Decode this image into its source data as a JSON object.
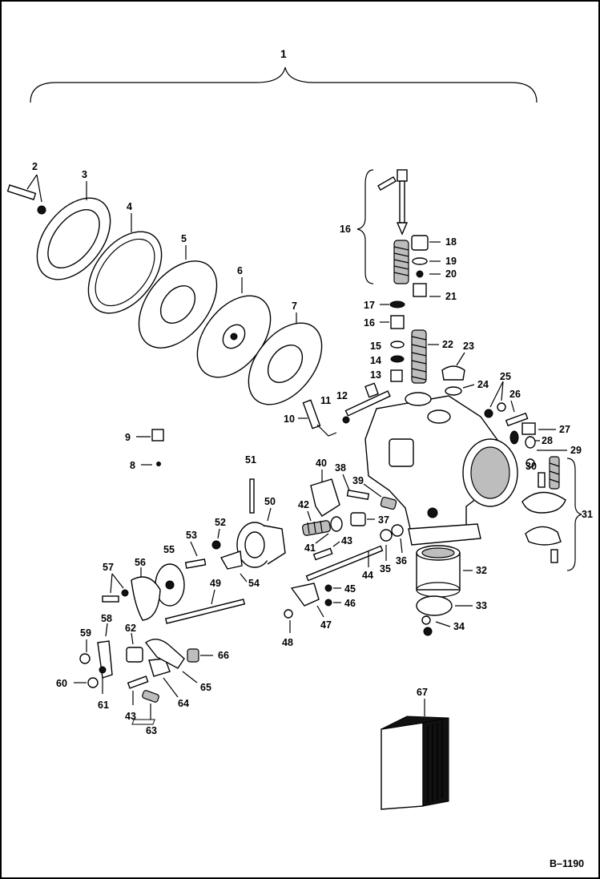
{
  "diagram": {
    "reference": "B–1190",
    "assembly_label": "1",
    "callouts": {
      "c2": "2",
      "c3": "3",
      "c4": "4",
      "c5": "5",
      "c6": "6",
      "c7": "7",
      "c8": "8",
      "c9": "9",
      "c10": "10",
      "c11": "11",
      "c12": "12",
      "c13": "13",
      "c14": "14",
      "c15": "15",
      "c16a": "16",
      "c16b": "16",
      "c17": "17",
      "c18": "18",
      "c19": "19",
      "c20": "20",
      "c21": "21",
      "c22": "22",
      "c23": "23",
      "c24": "24",
      "c25": "25",
      "c26": "26",
      "c27": "27",
      "c28": "28",
      "c29": "29",
      "c30": "30",
      "c31": "31",
      "c32": "32",
      "c33": "33",
      "c34": "34",
      "c35": "35",
      "c36": "36",
      "c37": "37",
      "c38": "38",
      "c39": "39",
      "c40": "40",
      "c41": "41",
      "c42": "42",
      "c43a": "43",
      "c43b": "43",
      "c44": "44",
      "c45": "45",
      "c46": "46",
      "c47": "47",
      "c48": "48",
      "c49": "49",
      "c50": "50",
      "c51": "51",
      "c52": "52",
      "c53": "53",
      "c54": "54",
      "c55": "55",
      "c56": "56",
      "c57": "57",
      "c58": "58",
      "c59": "59",
      "c60": "60",
      "c61": "61",
      "c62": "62",
      "c63": "63",
      "c64": "64",
      "c65": "65",
      "c66": "66",
      "c67": "67"
    }
  }
}
